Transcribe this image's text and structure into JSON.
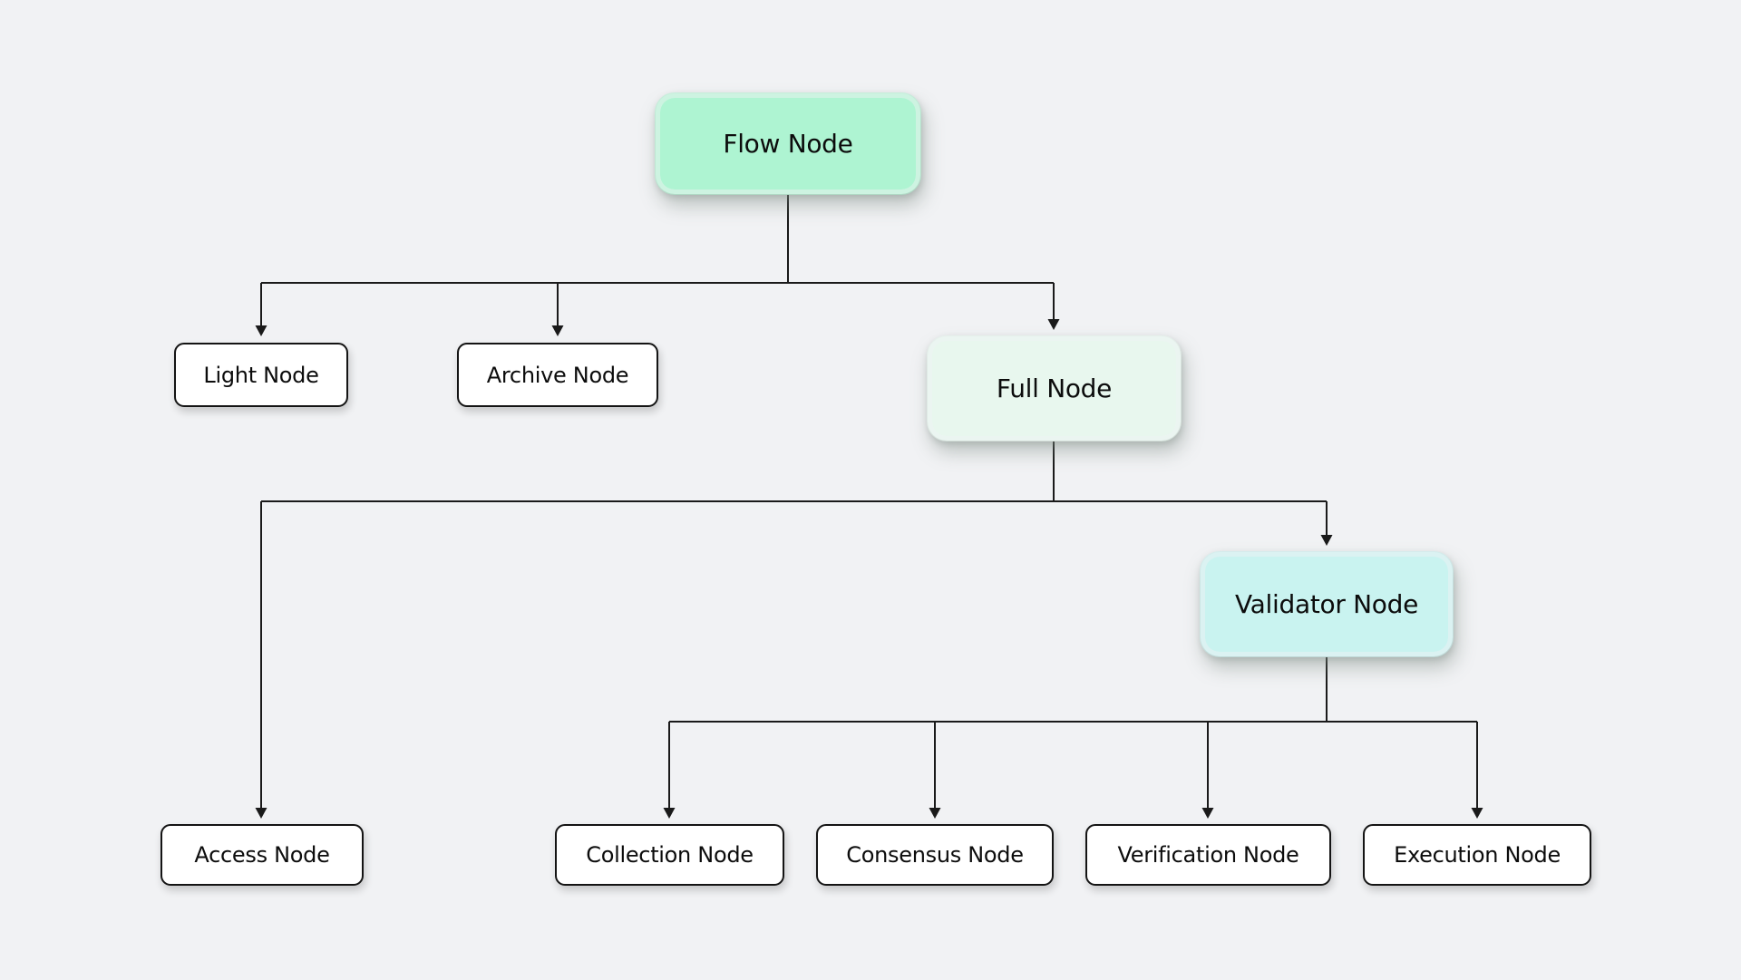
{
  "diagram": {
    "type": "tree-flowchart",
    "subject": "Flow blockchain node types hierarchy",
    "nodes": {
      "flow": {
        "label": "Flow Node",
        "style": "accent",
        "fill": "#aef4d2"
      },
      "light": {
        "label": "Light Node",
        "style": "plain",
        "fill": "#ffffff"
      },
      "archive": {
        "label": "Archive Node",
        "style": "plain",
        "fill": "#ffffff"
      },
      "full": {
        "label": "Full Node",
        "style": "accent",
        "fill": "#e8f7ee"
      },
      "access": {
        "label": "Access Node",
        "style": "plain",
        "fill": "#ffffff"
      },
      "validator": {
        "label": "Validator Node",
        "style": "accent",
        "fill": "#c9f3f0"
      },
      "collection": {
        "label": "Collection Node",
        "style": "plain",
        "fill": "#ffffff"
      },
      "consensus": {
        "label": "Consensus Node",
        "style": "plain",
        "fill": "#ffffff"
      },
      "verification": {
        "label": "Verification Node",
        "style": "plain",
        "fill": "#ffffff"
      },
      "execution": {
        "label": "Execution Node",
        "style": "plain",
        "fill": "#ffffff"
      }
    },
    "edges": [
      {
        "from": "flow",
        "to": "light"
      },
      {
        "from": "flow",
        "to": "archive"
      },
      {
        "from": "flow",
        "to": "full"
      },
      {
        "from": "full",
        "to": "access"
      },
      {
        "from": "full",
        "to": "validator"
      },
      {
        "from": "validator",
        "to": "collection"
      },
      {
        "from": "validator",
        "to": "consensus"
      },
      {
        "from": "validator",
        "to": "verification"
      },
      {
        "from": "validator",
        "to": "execution"
      }
    ],
    "colors": {
      "background": "#f1f2f4",
      "connector_line": "#1a1a1a",
      "plain_box_border": "#141414",
      "plain_box_fill": "#ffffff",
      "text": "#0c0c0c",
      "accent_mint": "#aef4d2",
      "accent_pale_green": "#e8f7ee",
      "accent_cyan": "#c9f3f0"
    }
  }
}
